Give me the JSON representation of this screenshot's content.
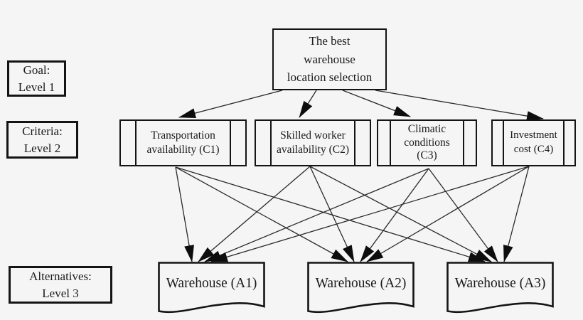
{
  "diagram": {
    "level_labels": [
      {
        "id": "goal-label",
        "lines": [
          "Goal:",
          "Level 1"
        ]
      },
      {
        "id": "criteria-label",
        "lines": [
          "Criteria:",
          "Level 2"
        ]
      },
      {
        "id": "alternatives-label",
        "lines": [
          "Alternatives:",
          "Level 3"
        ]
      }
    ],
    "goal": {
      "id": "goal",
      "lines": [
        "The best",
        "warehouse",
        "location selection"
      ]
    },
    "criteria": [
      {
        "id": "c1",
        "lines": [
          "Transportation",
          "availability (C1)"
        ]
      },
      {
        "id": "c2",
        "lines": [
          "Skilled worker",
          "availability (C2)"
        ]
      },
      {
        "id": "c3",
        "lines": [
          "Climatic",
          "conditions",
          "(C3)"
        ]
      },
      {
        "id": "c4",
        "lines": [
          "Investment",
          "cost (C4)"
        ]
      }
    ],
    "alternatives": [
      {
        "id": "a1",
        "label": "Warehouse (A1)"
      },
      {
        "id": "a2",
        "label": "Warehouse (A2)"
      },
      {
        "id": "a3",
        "label": "Warehouse (A3)"
      }
    ],
    "edges": [
      {
        "from": "goal",
        "to": "c1"
      },
      {
        "from": "goal",
        "to": "c2"
      },
      {
        "from": "goal",
        "to": "c3"
      },
      {
        "from": "goal",
        "to": "c4"
      },
      {
        "from": "c1",
        "to": "a1"
      },
      {
        "from": "c1",
        "to": "a2"
      },
      {
        "from": "c1",
        "to": "a3"
      },
      {
        "from": "c2",
        "to": "a1"
      },
      {
        "from": "c2",
        "to": "a2"
      },
      {
        "from": "c2",
        "to": "a3"
      },
      {
        "from": "c3",
        "to": "a1"
      },
      {
        "from": "c3",
        "to": "a2"
      },
      {
        "from": "c3",
        "to": "a3"
      },
      {
        "from": "c4",
        "to": "a1"
      },
      {
        "from": "c4",
        "to": "a2"
      },
      {
        "from": "c4",
        "to": "a3"
      }
    ],
    "colors": {
      "background": "#f5f5f5",
      "line": "#2a2a2a",
      "arrowhead": "#0d0d0d",
      "box_border": "#141414",
      "text": "#1a1a1a"
    }
  }
}
